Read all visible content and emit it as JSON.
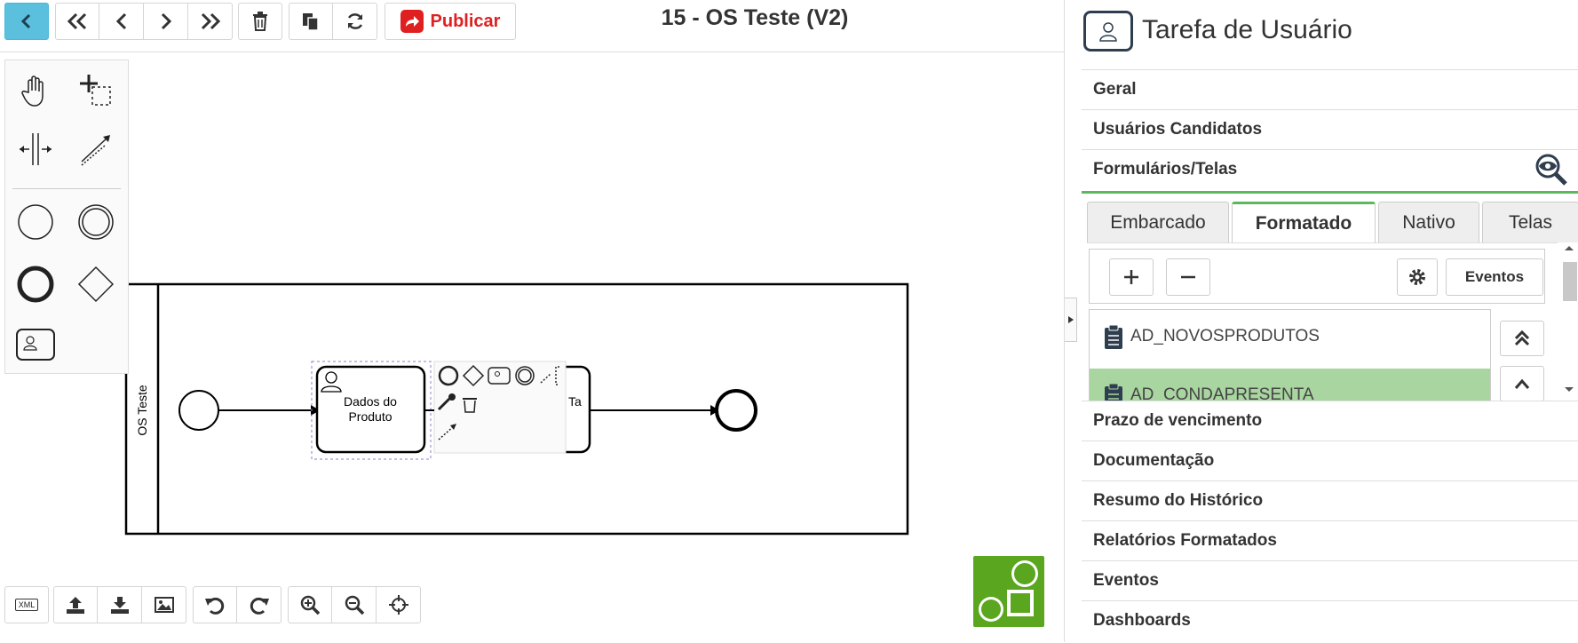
{
  "toolbar": {
    "publish_label": "Publicar",
    "title": "15 - OS Teste (V2)"
  },
  "diagram": {
    "pool_label": "OS Teste",
    "task_label_line1": "Dados do",
    "task_label_line2": "Produto",
    "next_task_label": "Ta"
  },
  "bottom_toolbar": {
    "xml_label": "XML"
  },
  "panel": {
    "header_title": "Tarefa de Usuário",
    "sections_top": [
      {
        "label": "Geral"
      },
      {
        "label": "Usuários Candidatos"
      },
      {
        "label": "Formulários/Telas"
      }
    ],
    "tabs": [
      {
        "label": "Embarcado"
      },
      {
        "label": "Formatado"
      },
      {
        "label": "Nativo"
      },
      {
        "label": "Telas"
      }
    ],
    "events_button": "Eventos",
    "forms": [
      {
        "label": "AD_NOVOSPRODUTOS"
      },
      {
        "label": "AD_CONDAPRESENTA"
      }
    ],
    "sections_bottom": [
      {
        "label": "Prazo de vencimento"
      },
      {
        "label": "Documentação"
      },
      {
        "label": "Resumo do Histórico"
      },
      {
        "label": "Relatórios Formatados"
      },
      {
        "label": "Eventos"
      },
      {
        "label": "Dashboards"
      }
    ]
  },
  "colors": {
    "accent_blue": "#5bc0de",
    "publish_red": "#e02020",
    "active_green": "#5cb85c",
    "selected_row": "#a8d5a0",
    "logo_green": "#5aa61e"
  }
}
